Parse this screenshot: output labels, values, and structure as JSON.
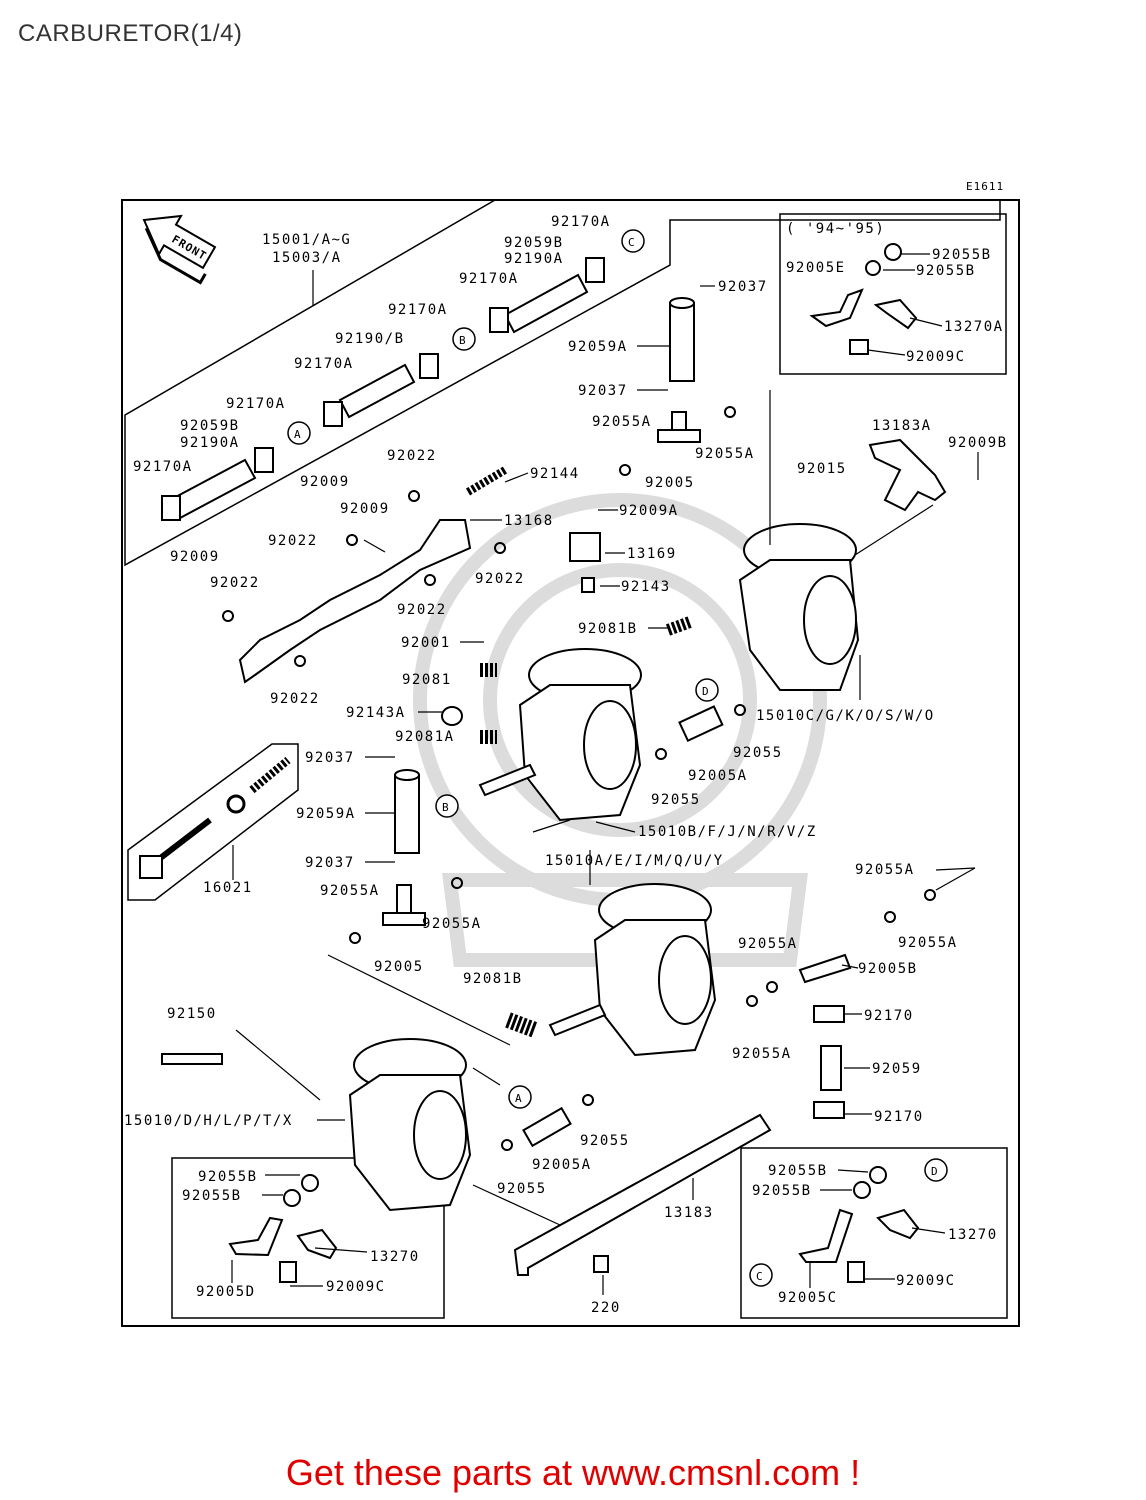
{
  "title": "CARBURETOR(1/4)",
  "footer": "Get these parts at www.cmsnl.com !",
  "diagram_code": "E1611",
  "front_label": "FRONT",
  "inset_top_right": {
    "label": "( '94~'95)"
  },
  "callouts": {
    "a": "A",
    "b": "B",
    "c": "C",
    "d": "D"
  },
  "part_labels": {
    "p15001": "15001/A~G",
    "p15003": "15003/A",
    "p92170A_top": "92170A",
    "p92059B_top": "92059B",
    "p92190A_top": "92190A",
    "p92170A_2": "92170A",
    "p92170A_3": "92170A",
    "p92190B": "92190/B",
    "p92170A_4": "92170A",
    "p92170A_5": "92170A",
    "p92059B_2": "92059B",
    "p92190A_2": "92190A",
    "p92170A_6": "92170A",
    "p92037_1": "92037",
    "p92059A_1": "92059A",
    "p92037_2": "92037",
    "p92055A_1": "92055A",
    "p92005_1": "92005",
    "p92055A_2": "92055A",
    "p92055B_1": "92055B",
    "p92005E": "92005E",
    "p92055B_2": "92055B",
    "p13270A": "13270A",
    "p92009C_1": "92009C",
    "p13183A": "13183A",
    "p92009B": "92009B",
    "p92015": "92015",
    "p92022_1": "92022",
    "p92144": "92144",
    "p92009_1": "92009",
    "p92009_2": "92009",
    "p13168": "13168",
    "p92009A": "92009A",
    "p92022_2": "92022",
    "p13169": "13169",
    "p92022_3": "92022",
    "p92009_3": "92009",
    "p92022_4": "92022",
    "p92022_5": "92022",
    "p92143": "92143",
    "p92081B_1": "92081B",
    "p92001": "92001",
    "p92022_6": "92022",
    "p92081": "92081",
    "p92143A": "92143A",
    "p92081A": "92081A",
    "p15010C": "15010C/G/K/O/S/W/O",
    "p92055_1": "92055",
    "p92005A_1": "92005A",
    "p92055_2": "92055",
    "p92037_3": "92037",
    "p92059A_2": "92059A",
    "p15010B": "15010B/F/J/N/R/V/Z",
    "p15010A": "15010A/E/I/M/Q/U/Y",
    "p92037_4": "92037",
    "p16021": "16021",
    "p92055A_3": "92055A",
    "p92055A_4": "92055A",
    "p92005_2": "92005",
    "p92055A_5": "92055A",
    "p92055A_6": "92055A",
    "p92055A_7": "92055A",
    "p92005B": "92005B",
    "p92081B_2": "92081B",
    "p92170_1": "92170",
    "p92150": "92150",
    "p92055A_8": "92055A",
    "p92059": "92059",
    "p92170_2": "92170",
    "p15010": "15010/D/H/L/P/T/X",
    "p92055_3": "92055",
    "p92005A_2": "92005A",
    "p92055_4": "92055",
    "p92055B_3": "92055B",
    "p92055B_4": "92055B",
    "p13270_1": "13270",
    "p92005D": "92005D",
    "p92009C_2": "92009C",
    "p13183": "13183",
    "p220": "220",
    "p92055B_5": "92055B",
    "p92055B_6": "92055B",
    "p13270_2": "13270",
    "p92009C_3": "92009C",
    "p92005C": "92005C"
  }
}
